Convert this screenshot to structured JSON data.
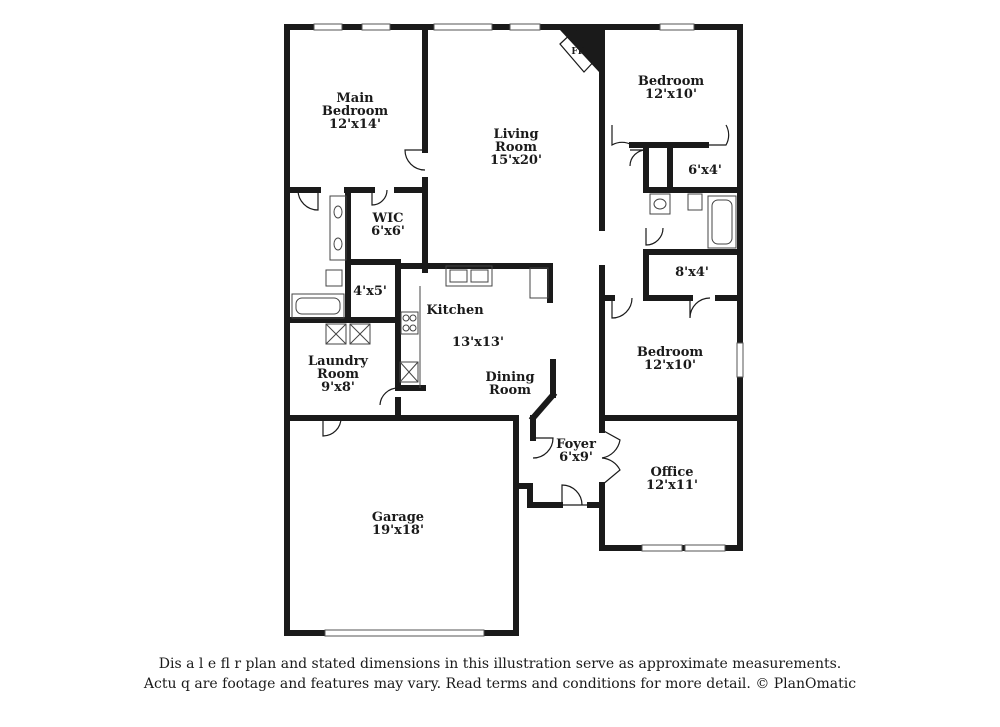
{
  "rooms": {
    "main_bedroom": {
      "name_line1": "Main",
      "name_line2": "Bedroom",
      "dims": "12'x14'"
    },
    "living_room": {
      "name_line1": "Living",
      "name_line2": "Room",
      "dims": "15'x20'"
    },
    "bedroom_top": {
      "name": "Bedroom",
      "dims": "12'x10'"
    },
    "closet_top": {
      "dims": "6'x4'"
    },
    "wic": {
      "name": "WIC",
      "dims": "6'x6'"
    },
    "bath_main": {
      "dims": "4'x5'"
    },
    "closet_mid": {
      "dims": "8'x4'"
    },
    "kitchen": {
      "name": "Kitchen",
      "dims": "13'x13'"
    },
    "dining_room": {
      "name_line1": "Dining",
      "name_line2": "Room"
    },
    "laundry_room": {
      "name_line1": "Laundry",
      "name_line2": "Room",
      "dims": "9'x8'"
    },
    "bedroom_bottom": {
      "name": "Bedroom",
      "dims": "12'x10'"
    },
    "foyer": {
      "name": "Foyer",
      "dims": "6'x9'"
    },
    "office": {
      "name": "Office",
      "dims": "12'x11'"
    },
    "garage": {
      "name": "Garage",
      "dims": "19'x18'"
    },
    "fireplace": {
      "label": "FP"
    }
  },
  "disclaimer": {
    "line1": "Dis   a    l  e fl    r plan and stated dimensions in this illustration serve as approximate measurements.",
    "line2": "Actu    q  are footage and features may vary. Read terms and conditions for more detail. © PlanOmatic"
  },
  "colors": {
    "wall": "#1a1a1a",
    "background": "#ffffff"
  }
}
